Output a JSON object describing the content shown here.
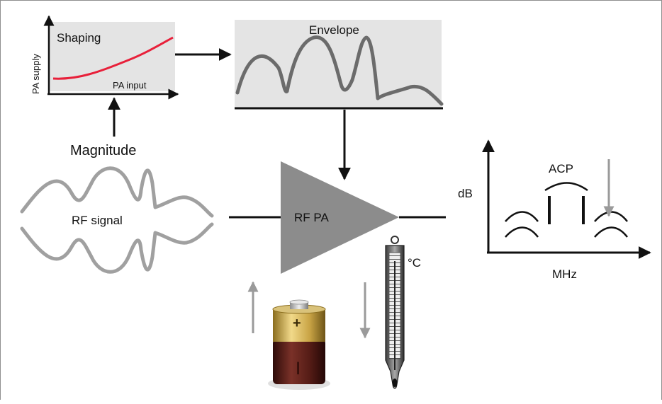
{
  "shaping": {
    "title": "Shaping",
    "y_axis_label": "PA supply",
    "x_axis_label": "PA input",
    "curve_color": "#e8203a"
  },
  "envelope": {
    "title": "Envelope"
  },
  "magnitude_label": "Magnitude",
  "rf_signal_label": "RF signal",
  "amplifier_label": "RF PA",
  "temperature_label": "°C",
  "battery": {
    "plus_symbol": "+",
    "minus_symbol": "|"
  },
  "spectrum": {
    "y_axis_label": "dB",
    "x_axis_label": "MHz",
    "acp_label": "ACP"
  },
  "colors": {
    "panel_fill": "#e4e4e4",
    "waveform": "#6b6b6b",
    "rf_waveform": "#a0a0a0",
    "amplifier": "#8c8c8c",
    "gray_arrow": "#9a9a9a",
    "battery_gold": "#c8a64a",
    "battery_brown": "#5a1f1a"
  }
}
